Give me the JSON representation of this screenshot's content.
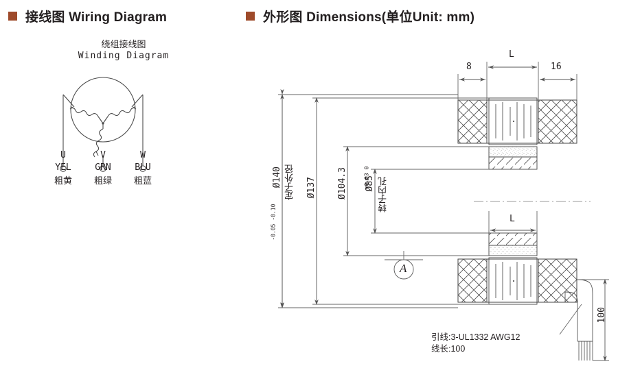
{
  "headers": {
    "wiring": "接线图 Wiring Diagram",
    "dimensions": "外形图 Dimensions(单位Unit: mm)",
    "square_color": "#9e4a2a"
  },
  "wiring": {
    "title_cn": "绕组接线图",
    "title_en": "Winding Diagram",
    "terminals": [
      {
        "letter": "U",
        "color_code": "YEL",
        "color_cn": "粗黄"
      },
      {
        "letter": "V",
        "color_code": "GRN",
        "color_cn": "粗绿"
      },
      {
        "letter": "W",
        "color_code": "BLU",
        "color_cn": "粗蓝"
      }
    ]
  },
  "dimensions": {
    "top": {
      "left_width": "8",
      "center_length": "L",
      "right_width": "16"
    },
    "bottom_center_length": "L",
    "vertical": [
      {
        "value": "Ø140",
        "tol_upper": "-0.05",
        "tol_lower": "-0.10",
        "note_cn": "定子外径"
      },
      {
        "value": "Ø137",
        "tol_upper": "",
        "tol_lower": "",
        "note_cn": ""
      },
      {
        "value": "Ø104.3",
        "tol_upper": "",
        "tol_lower": "",
        "note_cn": ""
      },
      {
        "value": "Ø85",
        "tol_upper": "+0.03",
        "tol_lower": "0",
        "note_cn": "转子内孔"
      }
    ],
    "detail_marker": "A",
    "cable_length_dim": "100",
    "lead_note_line1": "引线:3-UL1332 AWG12",
    "lead_note_line2": "线长:100"
  },
  "colors": {
    "line": "#555555",
    "line_dark": "#333333",
    "text": "#231f20",
    "accent": "#9e4a2a"
  }
}
